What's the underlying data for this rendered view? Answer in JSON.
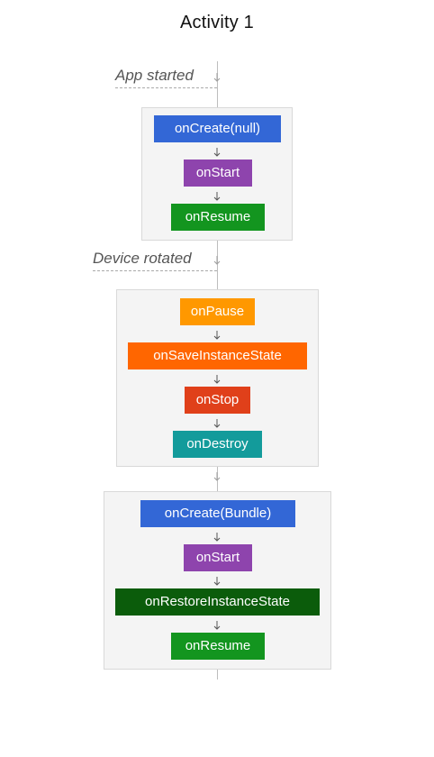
{
  "title": "Activity 1",
  "events": {
    "app_started": "App started",
    "device_rotated": "Device rotated"
  },
  "groups": {
    "start": {
      "nodes": [
        {
          "label": "onCreate(null)",
          "color": "#3367d6"
        },
        {
          "label": "onStart",
          "color": "#8e44ad"
        },
        {
          "label": "onResume",
          "color": "#13951f"
        }
      ]
    },
    "rotate": {
      "nodes": [
        {
          "label": "onPause",
          "color": "#ff9800"
        },
        {
          "label": "onSaveInstanceState",
          "color": "#ff6600"
        },
        {
          "label": "onStop",
          "color": "#e0401a"
        },
        {
          "label": "onDestroy",
          "color": "#139b9b"
        }
      ]
    },
    "recreate": {
      "nodes": [
        {
          "label": "onCreate(Bundle)",
          "color": "#3367d6"
        },
        {
          "label": "onStart",
          "color": "#8e44ad"
        },
        {
          "label": "onRestoreInstanceState",
          "color": "#0b5c0b"
        },
        {
          "label": "onResume",
          "color": "#13951f"
        }
      ]
    }
  }
}
